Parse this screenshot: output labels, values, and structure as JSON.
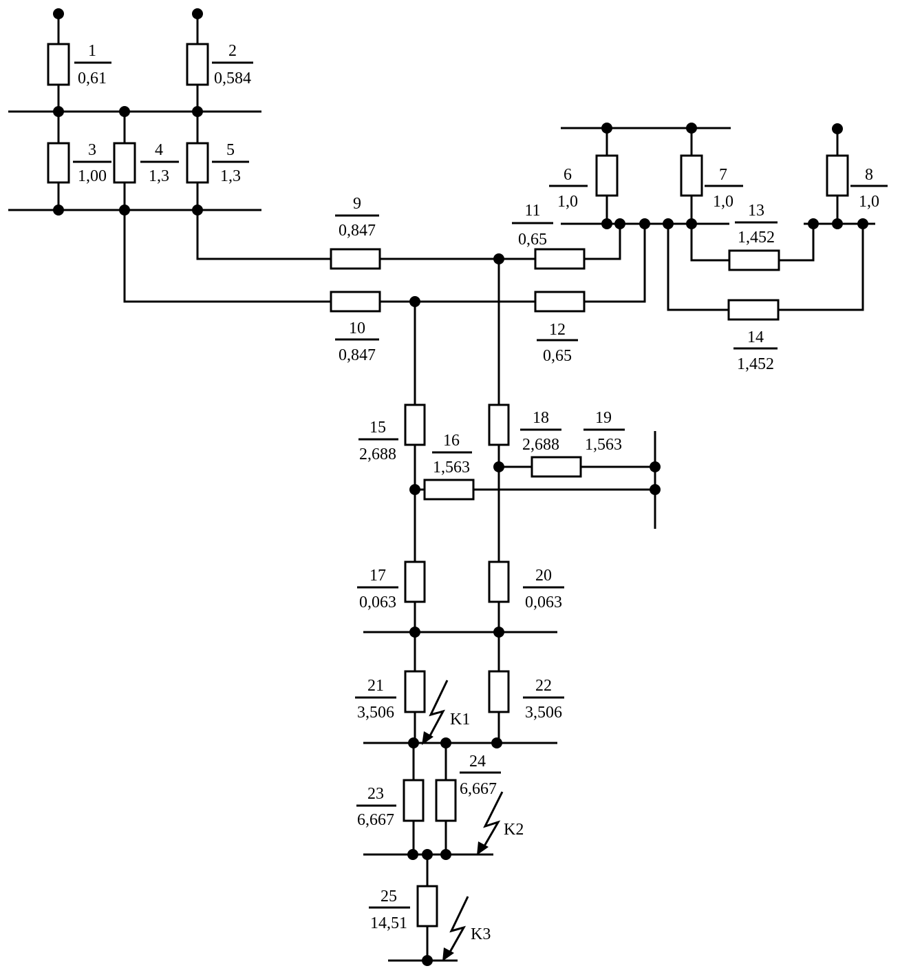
{
  "elements": [
    {
      "number": "1",
      "value": "0,61"
    },
    {
      "number": "2",
      "value": "0,584"
    },
    {
      "number": "3",
      "value": "1,00"
    },
    {
      "number": "4",
      "value": "1,3"
    },
    {
      "number": "5",
      "value": "1,3"
    },
    {
      "number": "6",
      "value": "1,0"
    },
    {
      "number": "7",
      "value": "1,0"
    },
    {
      "number": "8",
      "value": "1,0"
    },
    {
      "number": "9",
      "value": "0,847"
    },
    {
      "number": "10",
      "value": "0,847"
    },
    {
      "number": "11",
      "value": "0,65"
    },
    {
      "number": "12",
      "value": "0,65"
    },
    {
      "number": "13",
      "value": "1,452"
    },
    {
      "number": "14",
      "value": "1,452"
    },
    {
      "number": "15",
      "value": "2,688"
    },
    {
      "number": "16",
      "value": "1,563"
    },
    {
      "number": "17",
      "value": "0,063"
    },
    {
      "number": "18",
      "value": "2,688"
    },
    {
      "number": "19",
      "value": "1,563"
    },
    {
      "number": "20",
      "value": "0,063"
    },
    {
      "number": "21",
      "value": "3,506"
    },
    {
      "number": "22",
      "value": "3,506"
    },
    {
      "number": "23",
      "value": "6,667"
    },
    {
      "number": "24",
      "value": "6,667"
    },
    {
      "number": "25",
      "value": "14,51"
    }
  ],
  "faults": [
    {
      "label": "K1"
    },
    {
      "label": "K2"
    },
    {
      "label": "K3"
    }
  ]
}
